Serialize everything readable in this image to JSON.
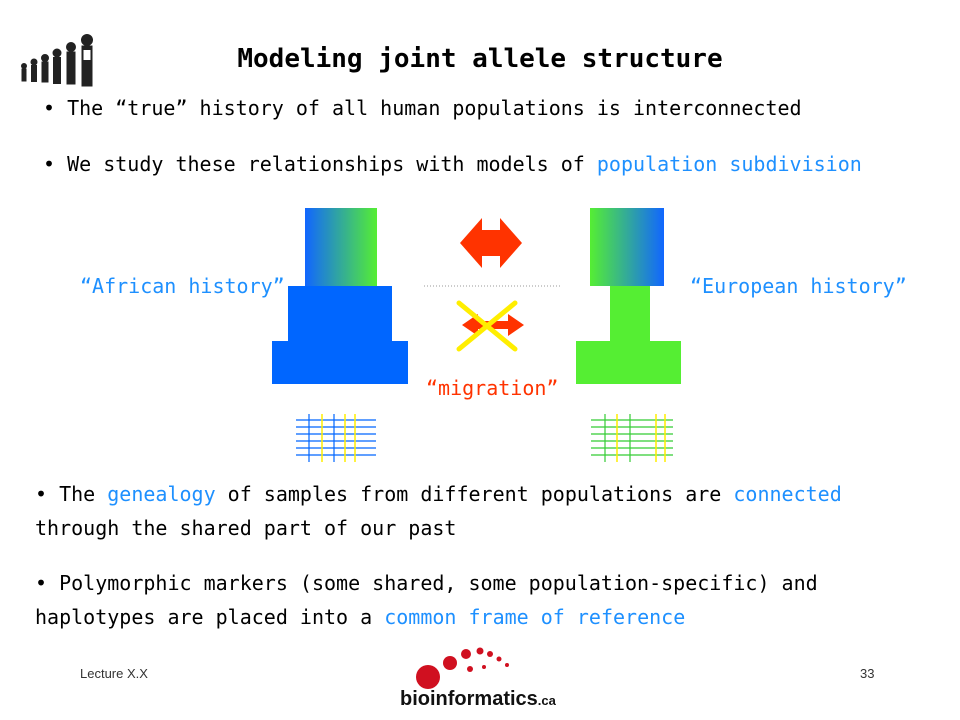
{
  "slide": {
    "title": "Modeling joint allele structure",
    "bullets_top": [
      {
        "prefix": "• The “true” history of all human populations is interconnected"
      },
      {
        "prefix": "• We study these relationships with models of ",
        "highlight": "population subdivision"
      }
    ],
    "diagram": {
      "african_label": "“African history”",
      "european_label": "“European history”",
      "migration_label": "“migration”"
    },
    "bullet3": {
      "a": "• The ",
      "b": "genealogy",
      "c": " of samples from different populations are ",
      "d": "connected",
      "e": "through the shared part of our past"
    },
    "bullet4": {
      "a": "• Polymorphic markers (some shared, some population-specific) and",
      "b": "haplotypes are placed into a ",
      "c": "common frame of reference"
    },
    "footer": {
      "lecture": "Lecture X.X",
      "page": "33",
      "logo_text": "bioinformatics",
      "logo_suffix": ".ca"
    },
    "colors": {
      "accent_blue": "#1E90FF",
      "population_blue": "#0066FF",
      "population_green": "#55EE33",
      "arrow_red": "#FF3300",
      "cross_yellow": "#FFEE00",
      "logo_red": "#D01020"
    }
  }
}
